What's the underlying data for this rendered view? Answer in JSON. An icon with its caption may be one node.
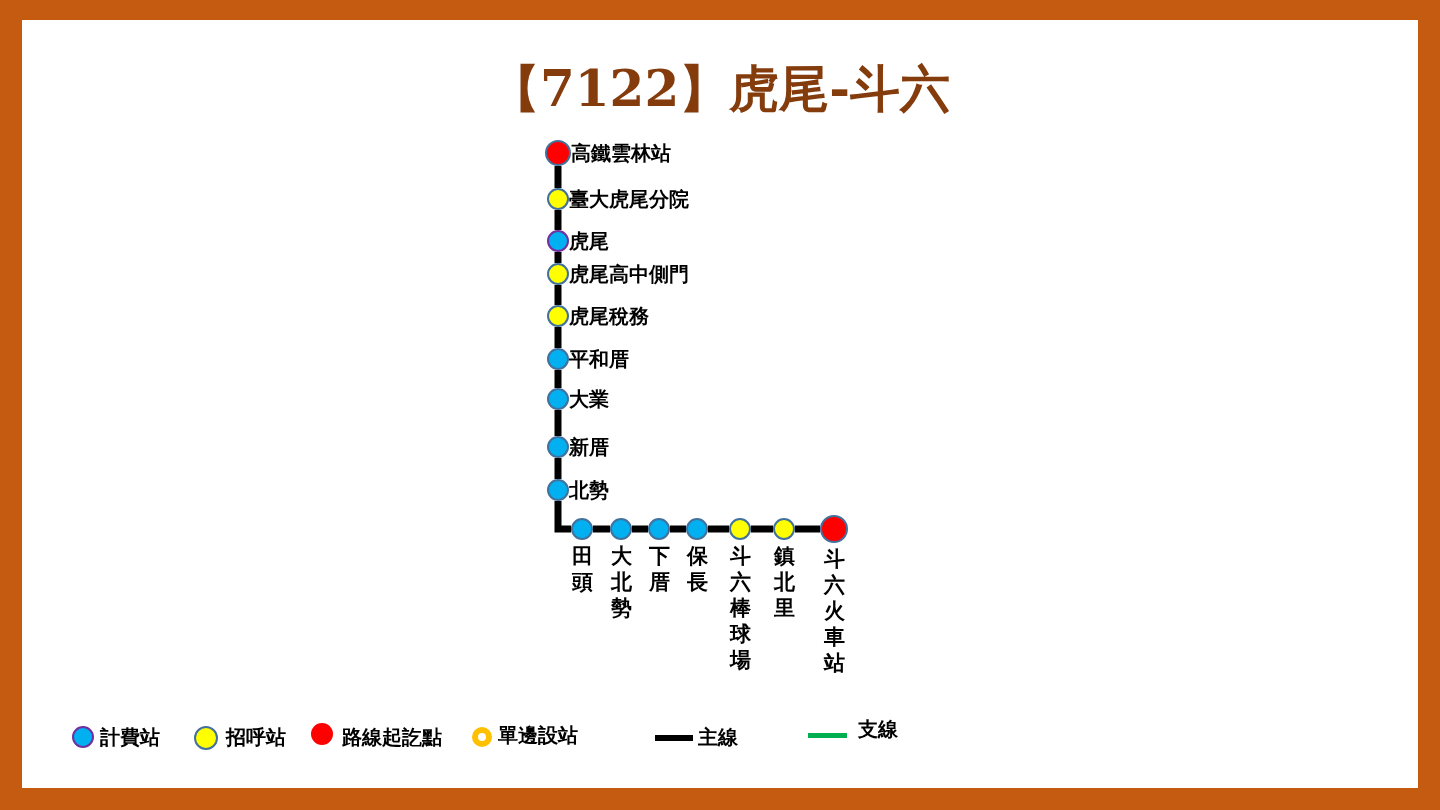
{
  "diagram": {
    "title": "【7122】虎尾-斗六",
    "nodes": [
      {
        "text": [],
        "shape": "circle",
        "beside": [
          "高鐵雲林站"
        ]
      },
      {
        "text": [],
        "shape": "circle",
        "beside": [
          "臺大虎尾分院"
        ]
      },
      {
        "text": [],
        "shape": "circle",
        "beside": [
          "虎尾"
        ]
      },
      {
        "text": [],
        "shape": "circle",
        "beside": [
          "虎尾高中側門"
        ]
      },
      {
        "text": [],
        "shape": "circle",
        "beside": [
          "虎尾稅務"
        ]
      },
      {
        "text": [],
        "shape": "circle",
        "beside": [
          "平和厝"
        ]
      },
      {
        "text": [],
        "shape": "circle",
        "beside": [
          "大業"
        ]
      },
      {
        "text": [],
        "shape": "circle",
        "beside": [
          "新厝"
        ]
      },
      {
        "text": [],
        "shape": "circle",
        "beside": [
          "北勢"
        ]
      },
      {
        "text": [],
        "shape": "circle",
        "beside": [
          "田頭"
        ]
      },
      {
        "text": [],
        "shape": "circle",
        "beside": [
          "大北勢"
        ]
      },
      {
        "text": [],
        "shape": "circle",
        "beside": [
          "下厝"
        ]
      },
      {
        "text": [],
        "shape": "circle",
        "beside": [
          "保長"
        ]
      },
      {
        "text": [],
        "shape": "circle",
        "beside": [
          "斗六棒球場"
        ]
      },
      {
        "text": [],
        "shape": "circle",
        "beside": [
          "鎮北里"
        ]
      },
      {
        "text": [],
        "shape": "circle",
        "beside": [
          "斗六火車站"
        ]
      }
    ],
    "edges": [
      {
        "from": 0,
        "to": 1,
        "arrow": "none"
      },
      {
        "from": 1,
        "to": 2,
        "arrow": "none"
      },
      {
        "from": 2,
        "to": 3,
        "arrow": "none"
      },
      {
        "from": 3,
        "to": 4,
        "arrow": "none"
      },
      {
        "from": 4,
        "to": 5,
        "arrow": "none"
      },
      {
        "from": 5,
        "to": 6,
        "arrow": "none"
      },
      {
        "from": 6,
        "to": 7,
        "arrow": "none"
      },
      {
        "from": 7,
        "to": 8,
        "arrow": "none"
      },
      {
        "from": 8,
        "to": 9,
        "arrow": "none"
      },
      {
        "from": 9,
        "to": 10,
        "arrow": "none"
      },
      {
        "from": 10,
        "to": 11,
        "arrow": "none"
      },
      {
        "from": 11,
        "to": 12,
        "arrow": "none"
      },
      {
        "from": 12,
        "to": 13,
        "arrow": "none"
      },
      {
        "from": 13,
        "to": 14,
        "arrow": "none"
      },
      {
        "from": 14,
        "to": 15,
        "arrow": "none"
      }
    ],
    "legend": [
      {
        "text": "計費站",
        "color": "#00b0f0"
      },
      {
        "text": "招呼站",
        "color": "#ffff00"
      },
      {
        "text": "路線起訖點",
        "color": "#ff0000"
      },
      {
        "text": "單邊設站",
        "color": "#ffc000"
      },
      {
        "text": "主線",
        "color": "#000000"
      },
      {
        "text": "支線",
        "color": "#00b050"
      }
    ]
  }
}
